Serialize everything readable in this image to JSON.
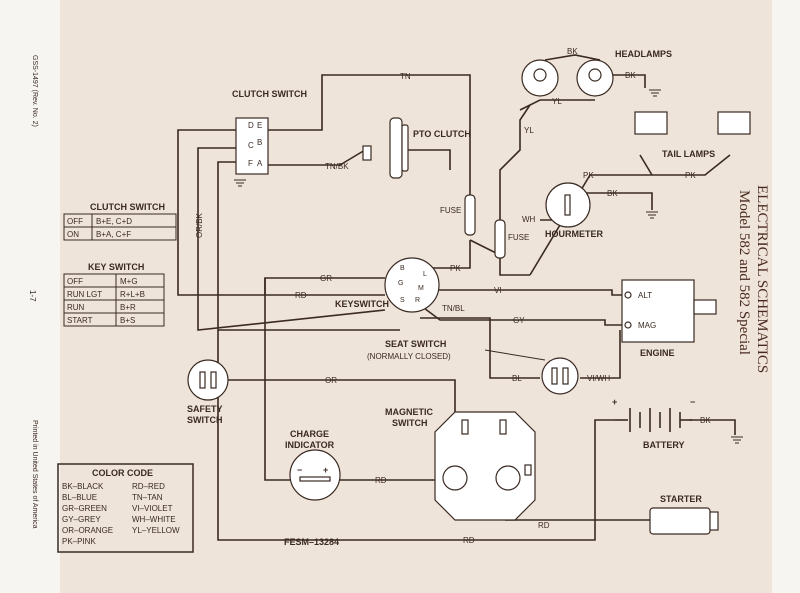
{
  "title": "ELECTRICAL SCHEMATICS",
  "subtitle": "Model 582 and 582 Special",
  "side_ref": "GSS-1497 (Rev. No. 2)",
  "page_number": "1-7",
  "printed": "Printed in United States of America",
  "drawing_number": "FESM–13284",
  "components": {
    "clutch_switch": "CLUTCH SWITCH",
    "pto_clutch": "PTO CLUTCH",
    "headlamps": "HEADLAMPS",
    "tail_lamps": "TAIL LAMPS",
    "hourmeter": "HOURMETER",
    "keyswitch": "KEYSWITCH",
    "engine": "ENGINE",
    "seat_switch": "SEAT SWITCH",
    "seat_switch_note": "(NORMALLY CLOSED)",
    "safety_switch": "SAFETY SWITCH",
    "charge_indicator": "CHARGE INDICATOR",
    "magnetic_switch": "MAGNETIC SWITCH",
    "battery": "BATTERY",
    "starter": "STARTER",
    "fuse": "FUSE"
  },
  "terminals": {
    "clutch": [
      "D",
      "E",
      "C",
      "B",
      "F",
      "A"
    ],
    "key": [
      "B",
      "L",
      "G",
      "M",
      "S",
      "R"
    ],
    "alt": "ALT",
    "mag": "MAG",
    "plus": "+",
    "minus": "−"
  },
  "wires": {
    "tn": "TN",
    "tn_bk": "TN/BK",
    "or_bk": "OR/BK",
    "gr": "GR",
    "rd": "RD",
    "pk": "PK",
    "vi": "VI",
    "gy": "GY",
    "or": "OR",
    "bl": "BL",
    "vi_wh": "VI/WH",
    "tn_bl": "TN/BL",
    "bk": "BK",
    "yl": "YL",
    "wh": "WH"
  },
  "clutch_table": {
    "title": "CLUTCH SWITCH",
    "rows": [
      [
        "OFF",
        "B+E, C+D"
      ],
      [
        "ON",
        "B+A, C+F"
      ]
    ]
  },
  "key_table": {
    "title": "KEY SWITCH",
    "rows": [
      [
        "OFF",
        "M+G"
      ],
      [
        "RUN LGT",
        "R+L+B"
      ],
      [
        "RUN",
        "B+R"
      ],
      [
        "START",
        "B+S"
      ]
    ]
  },
  "color_code": {
    "title": "COLOR CODE",
    "left": [
      "BK–BLACK",
      "BL–BLUE",
      "GR–GREEN",
      "GY–GREY",
      "OR–ORANGE",
      "PK–PINK"
    ],
    "right": [
      "RD–RED",
      "TN–TAN",
      "VI–VIOLET",
      "WH–WHITE",
      "YL–YELLOW"
    ]
  }
}
